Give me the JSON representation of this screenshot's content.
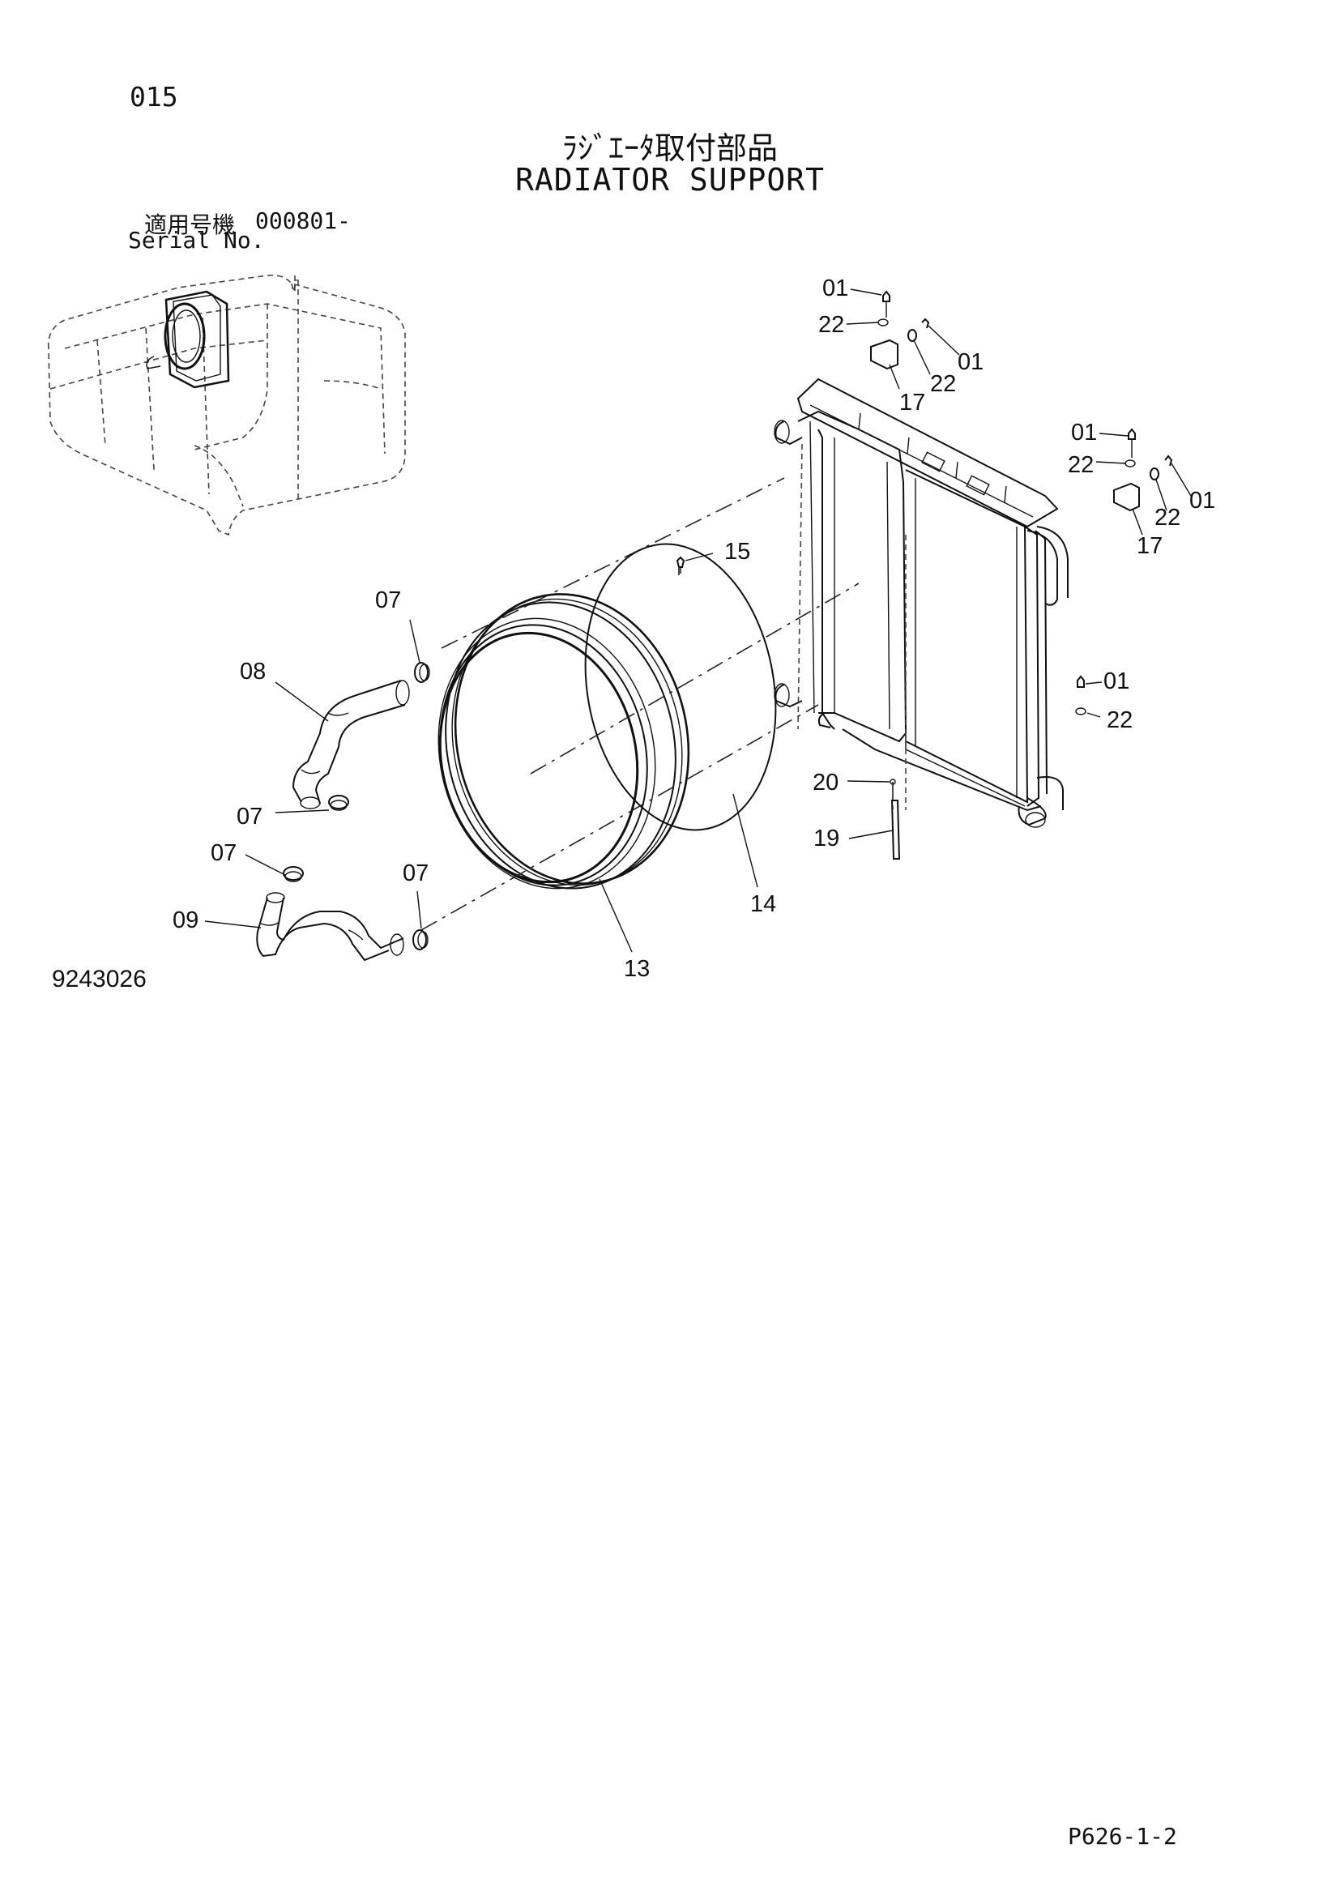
{
  "header": {
    "page_number": "015",
    "title_jp": "ﾗｼﾞｴｰﾀ取付部品",
    "title_en": "RADIATOR SUPPORT",
    "serial_label_jp": "適用号機",
    "serial_value": "000801-",
    "serial_label_en": "Serial No."
  },
  "footer": {
    "figure_number": "9243026",
    "page_code": "P626-1-2"
  },
  "callouts": {
    "c01a": "01",
    "c22a": "22",
    "c01b": "01",
    "c22b": "22",
    "c17a": "17",
    "c01c": "01",
    "c22c": "22",
    "c01d": "01",
    "c22d": "22",
    "c17b": "17",
    "c15": "15",
    "c07a": "07",
    "c08": "08",
    "c01e": "01",
    "c22e": "22",
    "c20": "20",
    "c07b": "07",
    "c19": "19",
    "c07c": "07",
    "c07d": "07",
    "c09": "09",
    "c14": "14",
    "c13": "13"
  }
}
